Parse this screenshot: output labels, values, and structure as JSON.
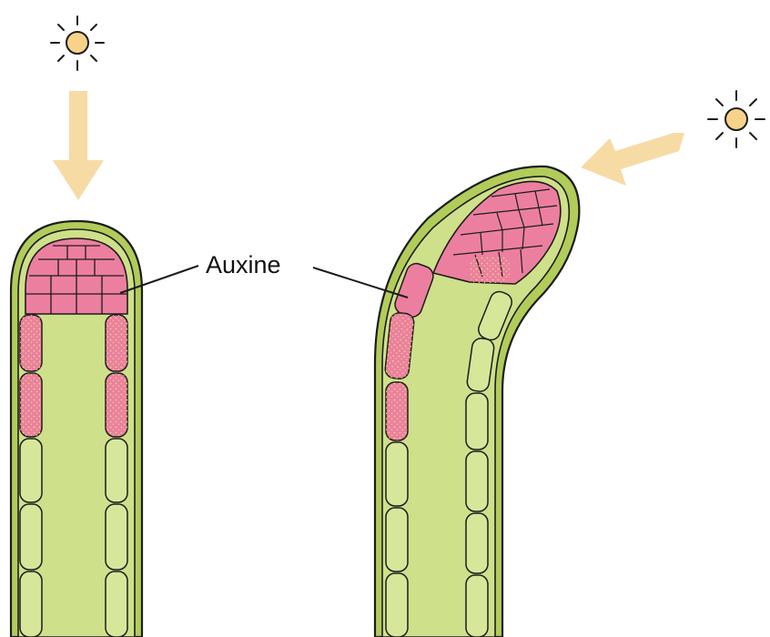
{
  "label": "Auxine",
  "colors": {
    "stem_fill": "#cfe08a",
    "wall": "#b2cc5a",
    "auxin_cell": "#ec7fa0",
    "plain_cell": "#d6e79a",
    "sun": "#f7d38a",
    "light_arrow": "#f7dba4",
    "outline": "#1c1c1c"
  },
  "icons": [
    "sun-icon",
    "sun-icon",
    "light-arrow",
    "light-arrow"
  ]
}
